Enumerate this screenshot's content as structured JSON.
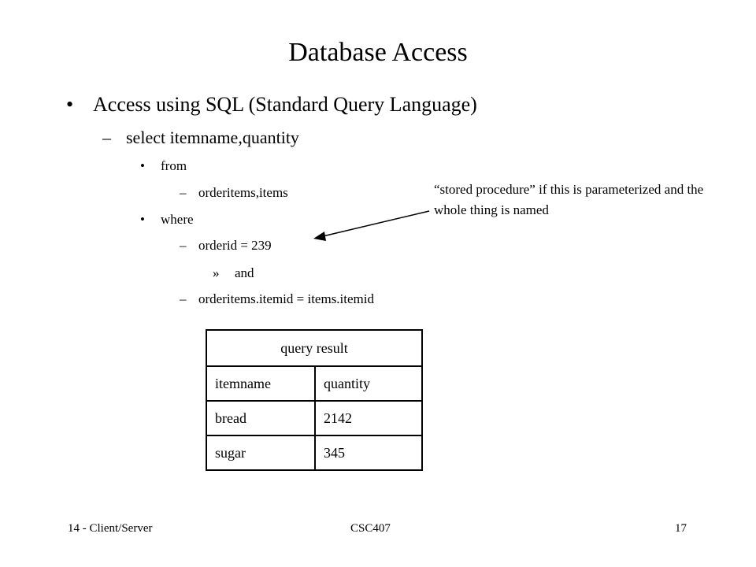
{
  "slide": {
    "title": "Database Access",
    "bullets": {
      "level1": "Access using SQL (Standard Query Language)",
      "level2": "select itemname,quantity",
      "from_label": "from",
      "from_value": "orderitems,items",
      "where_label": "where",
      "where_value": "orderid = 239",
      "and_label": "and",
      "join_condition": "orderitems.itemid = items.itemid"
    },
    "glyphs": {
      "bullet": "•",
      "dash": "–",
      "raquo": "»"
    },
    "note": "“stored procedure” if this is parameterized and the whole thing is named",
    "table": {
      "caption": "query result",
      "headers": [
        "itemname",
        "quantity"
      ],
      "rows": [
        [
          "bread",
          "2142"
        ],
        [
          "sugar",
          "345"
        ]
      ]
    },
    "footer": {
      "left": "14 - Client/Server",
      "center": "CSC407",
      "right": "17"
    }
  }
}
